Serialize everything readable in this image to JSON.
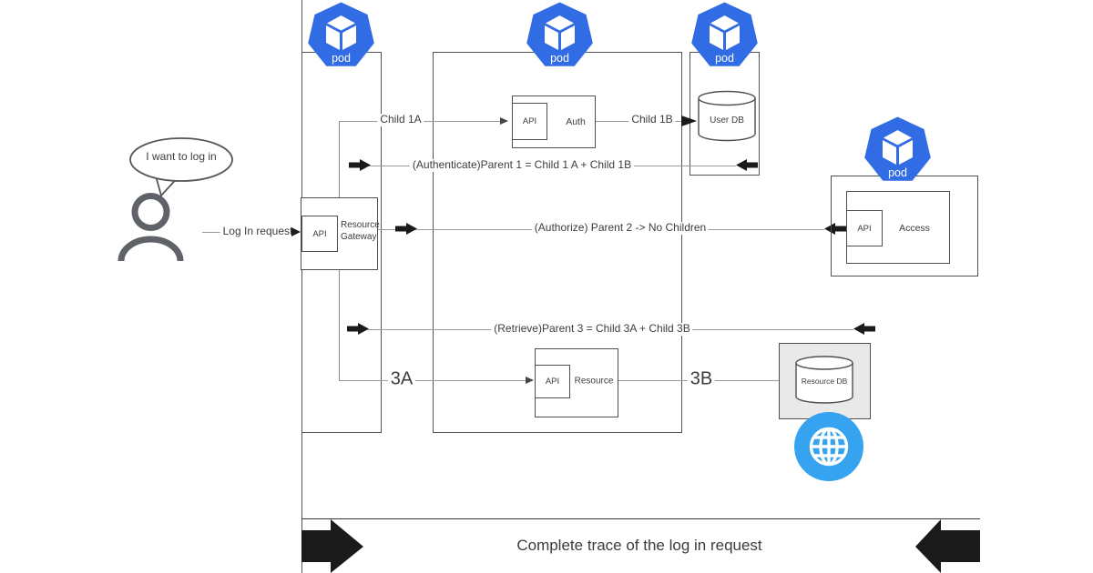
{
  "person": {
    "speech_bubble": "I want to log in"
  },
  "connectors": {
    "login": "Log In request",
    "child_1a": "Child 1A",
    "child_1b": "Child 1B",
    "parent_1": "(Authenticate)Parent 1 = Child 1 A + Child 1B",
    "parent_2": "(Authorize) Parent 2 -> No Children",
    "parent_3": "(Retrieve)Parent 3 = Child 3A + Child 3B",
    "span_3a": "3A",
    "span_3b": "3B"
  },
  "nodes": {
    "gateway": {
      "api": "API",
      "name": "Resource Gateway"
    },
    "auth": {
      "api": "API",
      "name": "Auth"
    },
    "access": {
      "api": "API",
      "name": "Access"
    },
    "resource": {
      "api": "API",
      "name": "Resource"
    },
    "user_db": {
      "name": "User DB"
    },
    "resource_db": {
      "name": "Resource DB"
    },
    "pod_label": "pod"
  },
  "footer": {
    "caption": "Complete trace of the log in request"
  },
  "icons": {
    "pod": "kubernetes-pod-icon",
    "globe": "globe-icon",
    "person": "user-person-icon",
    "speech": "speech-bubble-icon",
    "database": "database-cylinder-icon",
    "span_marker": "black-arrow-icon",
    "trace_arrow": "large-trace-arrow-icon"
  },
  "colors": {
    "pod_blue": "#326CE5",
    "globe_blue": "#35A3EF",
    "db_box_fill": "#E9E9E9",
    "connector_gray": "#9A9A9A",
    "border_dark": "#4F4F4F",
    "arrow_black": "#1A1A1A",
    "person_gray": "#5F6368",
    "text": "#3B3B3B"
  }
}
